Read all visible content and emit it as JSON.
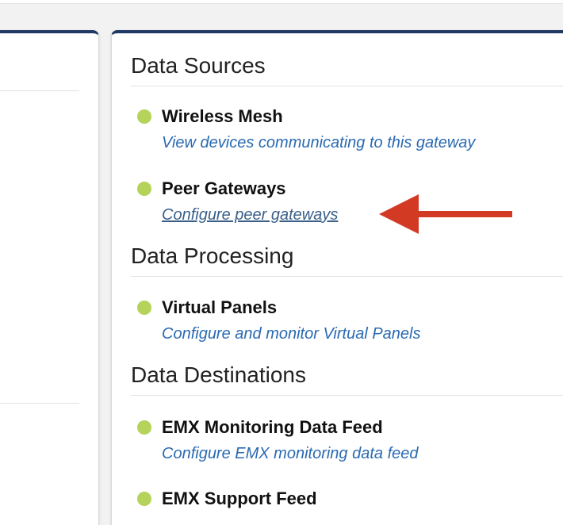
{
  "sections": [
    {
      "title": "Data Sources",
      "items": [
        {
          "title": "Wireless Mesh",
          "link": "View devices communicating to this gateway"
        },
        {
          "title": "Peer Gateways",
          "link": "Configure peer gateways"
        }
      ]
    },
    {
      "title": "Data Processing",
      "items": [
        {
          "title": "Virtual Panels",
          "link": "Configure and monitor Virtual Panels"
        }
      ]
    },
    {
      "title": "Data Destinations",
      "items": [
        {
          "title": "EMX Monitoring Data Feed",
          "link": "Configure EMX monitoring data feed"
        },
        {
          "title": "EMX Support Feed",
          "link": ""
        }
      ]
    }
  ],
  "colors": {
    "accent_border": "#1f3864",
    "status_dot": "#b5d25a",
    "link": "#2a6ab1",
    "arrow": "#d23a24"
  },
  "annotation": {
    "icon": "arrow-left-icon"
  }
}
